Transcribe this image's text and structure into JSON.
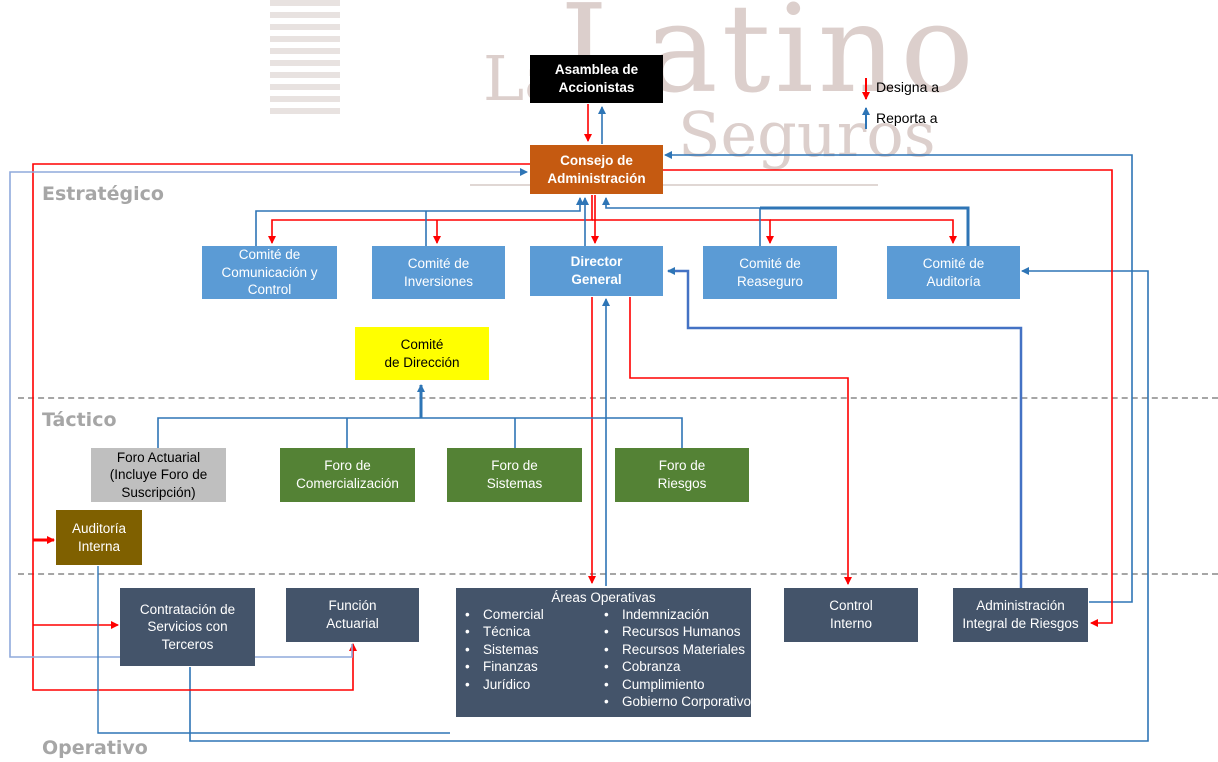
{
  "watermark": {
    "la": "La",
    "latino": "Latino",
    "seguros": "Seguros"
  },
  "levels": {
    "estrategico": "Estratégico",
    "tactico": "Táctico",
    "operativo": "Operativo"
  },
  "legend": {
    "designa": "Designa a",
    "reporta": "Reporta a",
    "designa_color": "#ff0000",
    "reporta_color": "#2e75b6"
  },
  "nodes": {
    "asamblea": "Asamblea de\nAccionistas",
    "consejo": "Consejo de\nAdministración",
    "comunicacion": "Comité de\nComunicación y\nControl",
    "inversiones": "Comité de\nInversiones",
    "director": "Director\nGeneral",
    "reaseguro": "Comité de\nReaseguro",
    "auditoria": "Comité de\nAuditoría",
    "direccion": "Comité\nde Dirección",
    "foro_actuarial": "Foro Actuarial\n(Incluye Foro de\nSuscripción)",
    "foro_comercializacion": "Foro de\nComercialización",
    "foro_sistemas": "Foro de\nSistemas",
    "foro_riesgos": "Foro de\nRiesgos",
    "auditoria_interna": "Auditoría\nInterna",
    "contratacion": "Contratación de\nServicios con\nTerceros",
    "funcion_actuarial": "Función\nActuarial",
    "control_interno": "Control\nInterno",
    "admin_riesgos": "Administración\nIntegral de Riesgos"
  },
  "areas": {
    "title": "Áreas Operativas",
    "col1": [
      "Comercial",
      "Técnica",
      "Sistemas",
      "Finanzas",
      "Jurídico"
    ],
    "col2": [
      "Indemnización",
      "Recursos Humanos",
      "Recursos Materiales",
      "Cobranza",
      "Cumplimiento",
      "Gobierno Corporativo"
    ]
  },
  "colors": {
    "designa": "#ff0000",
    "reporta": "#2e75b6",
    "reporta_light": "#8faadc",
    "comite": "#5b9bd5",
    "foro": "#548235",
    "operativo": "#44546a",
    "consejo": "#c55a11",
    "direccion": "#ffff00"
  }
}
